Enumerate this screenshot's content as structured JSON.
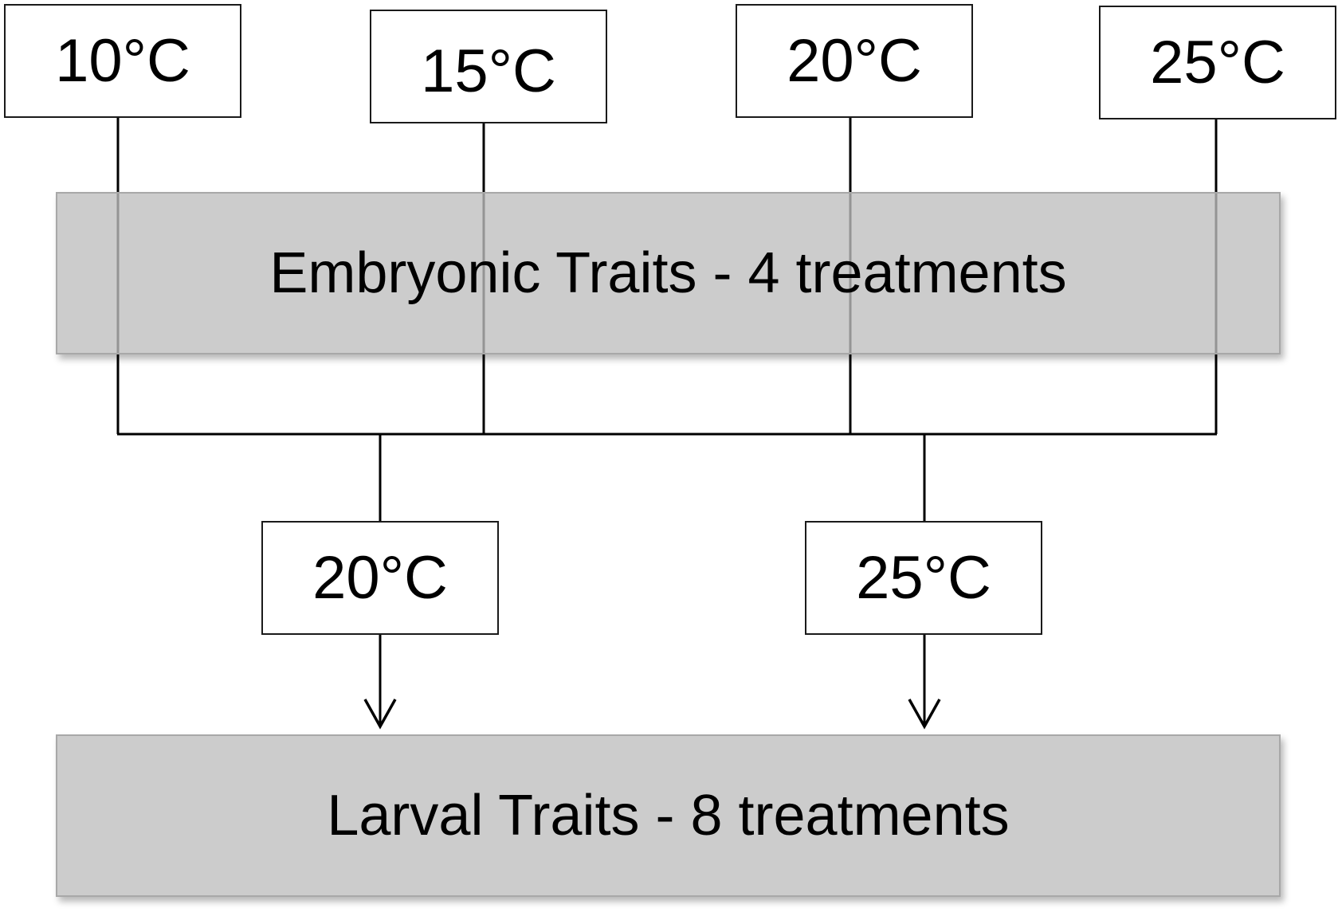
{
  "embryonic_temps": [
    "10°C",
    "15°C",
    "20°C",
    "25°C"
  ],
  "embryonic_label": "Embryonic Traits - 4 treatments",
  "larval_temps": [
    "20°C",
    "25°C"
  ],
  "larval_label": "Larval Traits - 8 treatments",
  "colors": {
    "line": "#000000",
    "box_border": "#1a1a1a",
    "bar_fill": "#bebebe",
    "bar_border": "#a8a8a8"
  }
}
